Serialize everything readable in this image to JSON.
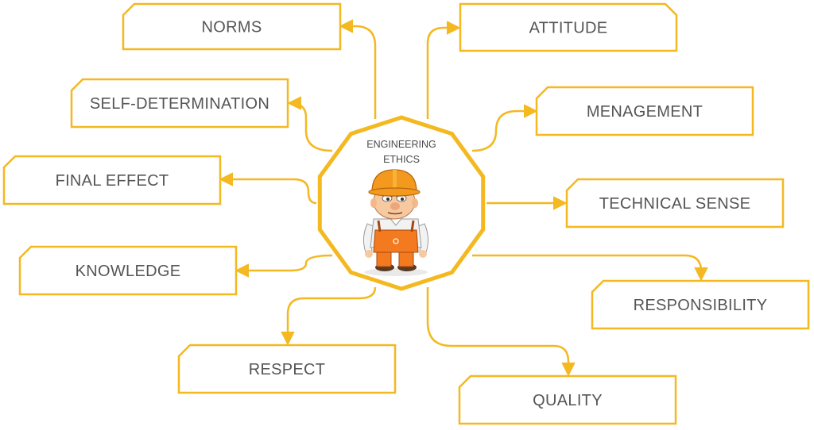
{
  "colors": {
    "accent": "#f4b820",
    "text": "#555555",
    "vest": "#f47a1f",
    "helmet": "#f39a1e"
  },
  "center": {
    "title_line1": "ENGINEERING",
    "title_line2": "ETHICS",
    "figure_icon": "construction-worker-icon"
  },
  "nodes": [
    {
      "id": "norms",
      "label": "NORMS"
    },
    {
      "id": "attitude",
      "label": "ATTITUDE"
    },
    {
      "id": "self-determination",
      "label": "SELF-DETERMINATION"
    },
    {
      "id": "menagement",
      "label": "MENAGEMENT"
    },
    {
      "id": "final-effect",
      "label": "FINAL EFFECT"
    },
    {
      "id": "technical-sense",
      "label": "TECHNICAL SENSE"
    },
    {
      "id": "knowledge",
      "label": "KNOWLEDGE"
    },
    {
      "id": "responsibility",
      "label": "RESPONSIBILITY"
    },
    {
      "id": "respect",
      "label": "RESPECT"
    },
    {
      "id": "quality",
      "label": "QUALITY"
    }
  ]
}
